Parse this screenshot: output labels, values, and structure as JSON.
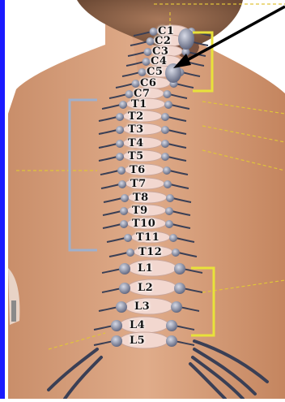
{
  "vertebrae": {
    "cervical": [
      "C1",
      "C2",
      "C3",
      "C4",
      "C5",
      "C6",
      "C7"
    ],
    "thoracic": [
      "T1",
      "T2",
      "T3",
      "T4",
      "T5",
      "T6",
      "T7",
      "T8",
      "T9",
      "T10",
      "T11",
      "T12"
    ],
    "lumbar": [
      "L1",
      "L2",
      "L3",
      "L4",
      "L5"
    ]
  },
  "colors": {
    "frame_left": "#1a1aff",
    "skin": "#d9a07e",
    "skin_shadow": "#b87a57",
    "bone": "#f2d7cf",
    "nerve": "#3a3f55",
    "ganglion": "#9aa0b4",
    "cervical_bracket": "#e8e23a",
    "thoracic_bracket": "#9fb0cc",
    "lumbar_bracket": "#e8e23a",
    "dashed_lines": "#e0c43a",
    "pointer_arrow": "#000000"
  }
}
